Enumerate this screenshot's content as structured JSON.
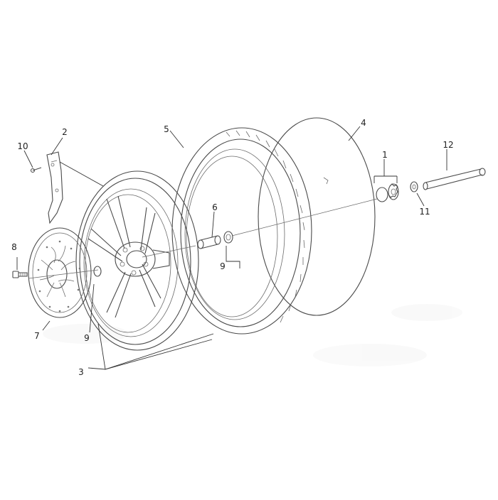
{
  "diagram": {
    "callouts": [
      {
        "id": "c1",
        "text": "1"
      },
      {
        "id": "c2",
        "text": "2"
      },
      {
        "id": "c3",
        "text": "3"
      },
      {
        "id": "c4",
        "text": "4"
      },
      {
        "id": "c5",
        "text": "5"
      },
      {
        "id": "c6",
        "text": "6"
      },
      {
        "id": "c7",
        "text": "7"
      },
      {
        "id": "c8",
        "text": "8"
      },
      {
        "id": "c9a",
        "text": "9"
      },
      {
        "id": "c9b",
        "text": "9"
      },
      {
        "id": "c10",
        "text": "10"
      },
      {
        "id": "c11",
        "text": "11"
      },
      {
        "id": "c12",
        "text": "12"
      }
    ],
    "colors": {
      "line": "#4a4a4a",
      "label": "#222222",
      "background": "#ffffff"
    }
  }
}
